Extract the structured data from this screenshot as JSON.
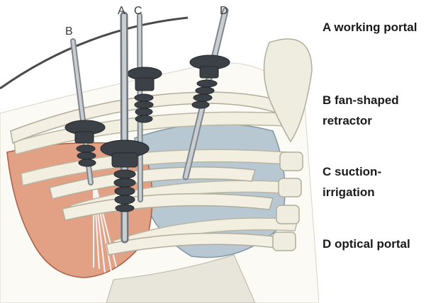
{
  "instruments": {
    "a": {
      "letter": "A"
    },
    "b": {
      "letter": "B"
    },
    "c": {
      "letter": "C"
    },
    "d": {
      "letter": "D"
    }
  },
  "legend": {
    "a": "A working portal",
    "b": "B fan-shaped retractor",
    "c": "C suction-irrigation",
    "d": "D optical portal"
  },
  "colors": {
    "rib_fill": "#f2efe1",
    "rib_outline": "#b9b6a4",
    "liver": "#e2a084",
    "lung": "#b8c8d2",
    "trocar": "#3b4147",
    "shaft": "#b9bec3"
  }
}
